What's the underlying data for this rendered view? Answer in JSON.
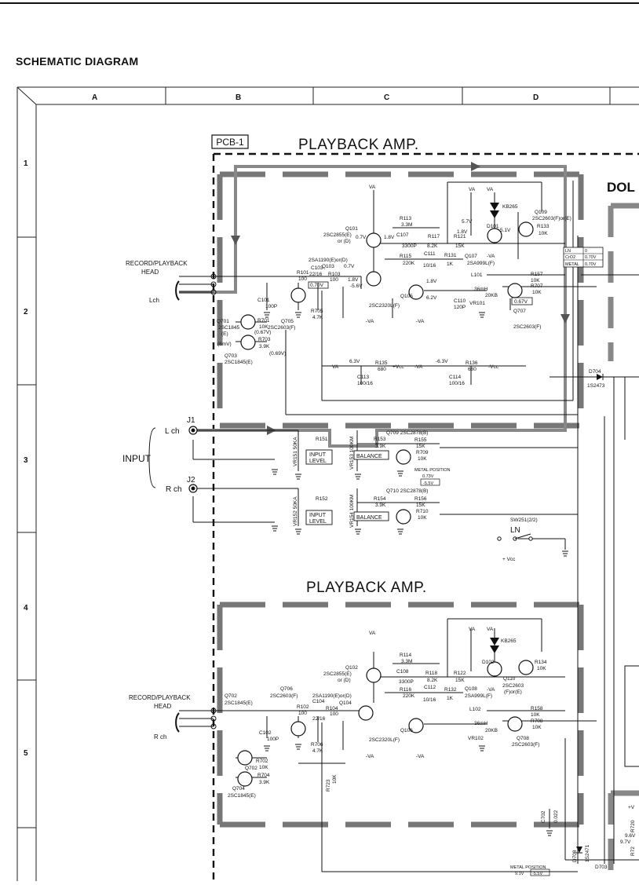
{
  "title": "SCHEMATIC DIAGRAM",
  "columns": [
    "A",
    "B",
    "C",
    "D"
  ],
  "rows": [
    "1",
    "2",
    "3",
    "4",
    "5"
  ],
  "pcb_label": "PCB-1",
  "block_titles": {
    "upper": "PLAYBACK AMP.",
    "lower": "PLAYBACK AMP.",
    "right_cut": "DOL"
  },
  "heads": {
    "left_upper_1": "RECORD/PLAYBACK",
    "left_upper_2": "HEAD",
    "left_upper_ch": "Lch",
    "left_lower_1": "RECORD/PLAYBACK",
    "left_lower_2": "HEAD",
    "left_lower_ch": "R ch"
  },
  "input": {
    "label": "INPUT",
    "j1": "J1",
    "j2": "J2",
    "lch": "L ch",
    "rch": "R ch"
  },
  "boxes": {
    "input_level_1a": "INPUT",
    "input_level_1b": "LEVEL",
    "input_level_2a": "INPUT",
    "input_level_2b": "LEVEL",
    "balance_1": "BALANCE",
    "balance_2": "BALANCE"
  },
  "tape_table": [
    {
      "name": "LN",
      "value": "0"
    },
    {
      "name": "CrO2",
      "value": "0.70V"
    },
    {
      "name": "METAL",
      "value": "0.70V"
    }
  ],
  "upper_parts": {
    "q101": "Q101",
    "q101_t": "2SC2855(E)",
    "q101_or": "or (D)",
    "q103_t": "2SA1190(E)or(D)",
    "q103": "Q103",
    "q105": "Q105",
    "q105_t": "2SC2320L(F)",
    "q107": "Q107",
    "q107_t": "2SA999L(F)",
    "q109": "Q109",
    "q109_t": "2SC2603(F)or(E)",
    "d101": "D101",
    "d101_t": "KB265",
    "q701": "Q701",
    "q701_t": "2SC1845",
    "q701_e": "(E)",
    "q703": "Q703",
    "q703_t": "2SC1845(E)",
    "q705": "Q705",
    "q705_t": "2SC2603(F)",
    "q707": "Q707",
    "q707_t": "2SC2603(F)",
    "r101": "R101",
    "r101_v": "100",
    "r103": "R103",
    "r103_v": "100",
    "c101": "C101",
    "c101_v": "100P",
    "c103": "C103",
    "c103_v": "22/16",
    "c107": "C107",
    "c107_v": "3300P",
    "r113": "R113",
    "r113_v": "3.3M",
    "r117": "R117",
    "r117_v": "8.2K",
    "r121": "R121",
    "r121_v": "15K",
    "r115": "R115",
    "r115_v": "220K",
    "c111": "C111",
    "c111_v": "10/16",
    "r131": "R131",
    "r131_v": "1K",
    "r133": "R133",
    "r133_v": "10K",
    "r157": "R157",
    "r157_v": "10K",
    "r707": "R707",
    "r707_v": "10K",
    "r701": "R701",
    "r701_v": "10K",
    "r703": "R703",
    "r703_v": "3.9K",
    "r705": "R705",
    "r705_v": "4.7K",
    "r135": "R135",
    "r135_v": "680",
    "r136": "R136",
    "r136_v": "680",
    "c113": "C113",
    "c113_v": "100/16",
    "c114": "C114",
    "c114_v": "100/16",
    "l101": "L101",
    "l101_v": "36mH",
    "vr101": "VR101",
    "vr101_v": "20KB",
    "c110": "C110",
    "c110_v": "120P",
    "v_5_6": "-5.6V",
    "v_0_7": "0.7V",
    "v_1_8": "1.8V",
    "v_6_2": "6.2V",
    "v_0_70": "0.70V",
    "v_0_67": "0.67V",
    "v_0_67p": "(0.67V)",
    "v_0_69p": "(0.69V)",
    "v_6mv": "(6mV)",
    "v_5_7": "5.7V",
    "v_5_1": "5.1V",
    "vcc_p1": "+Vcc",
    "vcc_m1": "-Vcc",
    "v63a": "6.3V",
    "v63b": "-6.3V",
    "va": "VA",
    "va_m": "-VA"
  },
  "mid_parts": {
    "d704": "D704",
    "d704_t": "1S2473",
    "q709": "Q709 2SC2878(B)",
    "q710": "Q710 2SC2878(B)",
    "r151": "R151",
    "r152": "R152",
    "r153": "R153",
    "r153_v": "3.9K",
    "r154": "R154",
    "r154_v": "3.9K",
    "r155": "R155",
    "r155_v": "15K",
    "r156": "R156",
    "r156_v": "15K",
    "r709": "R709",
    "r709_v": "10K",
    "r710": "R710",
    "r710_v": "10K",
    "vr151": "VR151 50KA",
    "vr152": "VR152 50KA",
    "vr153": "VR153 100KM",
    "vr154": "VR154 100KM",
    "metal_pos": "METAL POSITION",
    "metal_v1": "0.73V",
    "metal_v2": "-5.5V",
    "sw": "SW251(2/2)",
    "sw_ln": "LN",
    "sw_vcc": "+ Vcc"
  },
  "lower_parts": {
    "q102": "Q102",
    "q102_t": "2SC2855(E)",
    "q102_or": "or (D)",
    "q104": "Q104",
    "q104_t": "2SA1190(E)or(D)",
    "q106": "Q106",
    "q106_t": "2SC2320L(F)",
    "q108": "Q108",
    "q108_t": "2SA999L(F)",
    "q110": "Q110",
    "q110_t": "2SC2603",
    "q110_t2": "(F)or(E)",
    "d102": "D102",
    "d102_t": "KB265",
    "q702": "Q702",
    "q702_t": "2SC1845(E)",
    "q704": "Q704",
    "q704_t": "2SC1845(E)",
    "q706": "Q706",
    "q706_t": "2SC2603(F)",
    "q708": "Q708",
    "q708_t": "2SC2603(F)",
    "r102": "R102",
    "r102_v": "100",
    "r104": "R104",
    "r104_v": "100",
    "c102": "C102",
    "c102_v": "100P",
    "c104": "C104",
    "c104_v": "22/16",
    "r114": "R114",
    "r114_v": "3.3M",
    "c108": "C108",
    "c108_v": "3300P",
    "r118": "R118",
    "r118_v": "8.2K",
    "r122": "R122",
    "r122_v": "15K",
    "r116": "R116",
    "r116_v": "220K",
    "c112": "C112",
    "c112_v": "10/16",
    "r132": "R132",
    "r132_v": "1K",
    "r134": "R134",
    "r134_v": "10K",
    "r158": "R158",
    "r158_v": "10K",
    "r708": "R708",
    "r708_v": "10K",
    "r702": "R702",
    "r702_v": "10K",
    "r704": "R704",
    "r704_v": "3.9K",
    "r706": "R706",
    "r706_v": "4.7K",
    "r723": "R723",
    "r723_v": "10K",
    "l102": "L102",
    "l102_v": "36mH",
    "vr102": "VR102",
    "vr102_v": "20KB",
    "c702": "C702",
    "c702_v": "0.022",
    "d708": "D708",
    "d708_t": "1S2471",
    "d703": "D703",
    "metal_pos": "METAL POSITION",
    "metal_v1": "9.1V",
    "metal_v2": "-5.5V",
    "v96": "9.6V",
    "v97": "9.7V",
    "vplus": "+V",
    "r720": "R720",
    "r72x": "R72"
  }
}
